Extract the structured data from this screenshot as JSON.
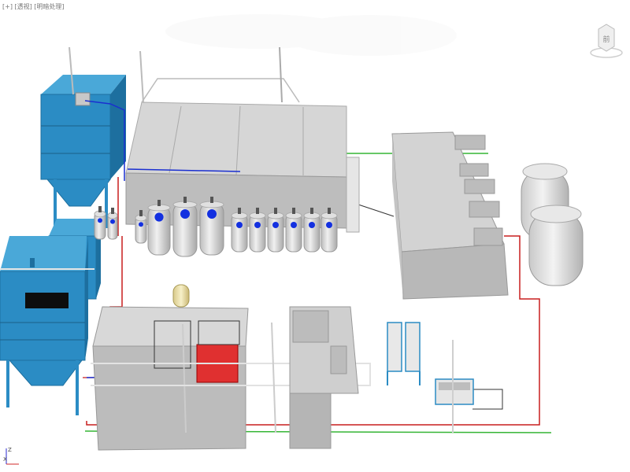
{
  "viewport": {
    "label": "[+] [透视] [明暗处理]",
    "background": "#ffffff"
  },
  "viewcube": {
    "label": "前"
  },
  "axes": {
    "x": "X",
    "z": "Z"
  },
  "colors": {
    "tank_blue": "#2b8cc4",
    "tank_blue_dark": "#1d6f9f",
    "concrete": "#c8c8c8",
    "concrete_dark": "#a9a9a9",
    "concrete_light": "#dcdcdc",
    "pipe_red": "#c81e1e",
    "pipe_green": "#35b535",
    "pipe_blue": "#1a2fd0",
    "filter_red": "#e03030",
    "valve_blue": "#1330e0"
  }
}
